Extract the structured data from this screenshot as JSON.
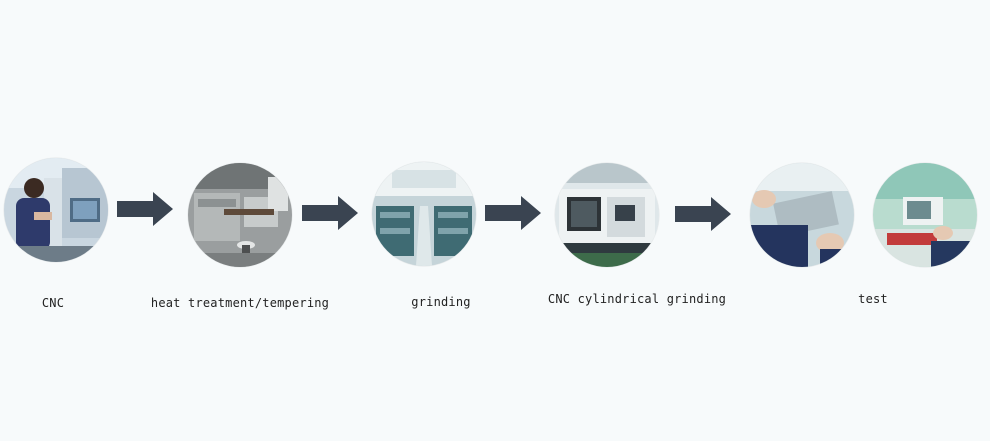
{
  "colors": {
    "background": "#f7fafb",
    "arrow": "#3a4451",
    "label_text": "#222222"
  },
  "steps": [
    {
      "label": "CNC",
      "photo": "operator-at-cnc-machine"
    },
    {
      "label": "heat treatment/tempering",
      "photo": "heat-treatment-furnace"
    },
    {
      "label": "grinding",
      "photo": "grinding-workshop-hall"
    },
    {
      "label": "CNC cylindrical grinding",
      "photo": "cnc-cylindrical-grinder"
    },
    {
      "label": "test",
      "photos": [
        "hands-inspecting-part",
        "operator-at-test-bench"
      ]
    }
  ],
  "arrow_icon": "right-arrow-icon"
}
